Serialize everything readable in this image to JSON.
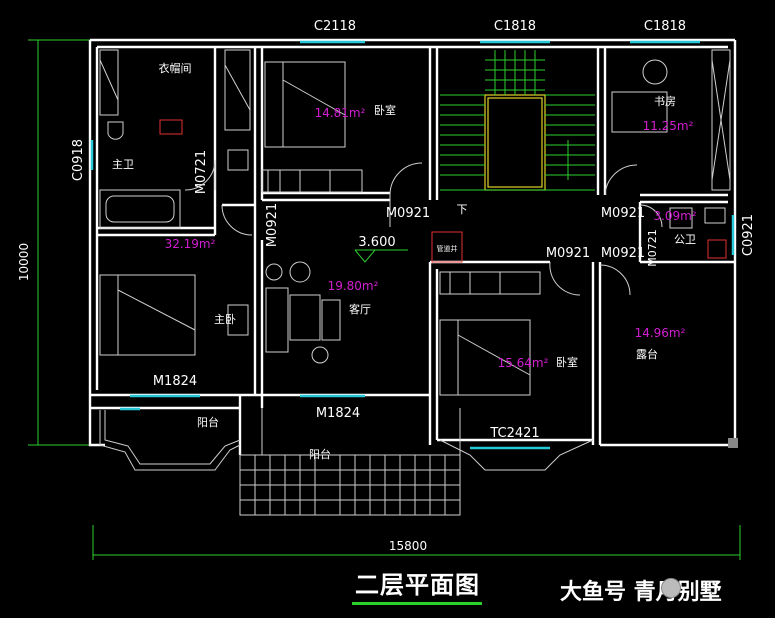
{
  "drawing": {
    "title": "二层平面图",
    "watermark": "大鱼号 青月别墅",
    "dimensions": {
      "width_total": "15800",
      "height_total": "10000"
    },
    "windows": {
      "w1": "C2118",
      "w2": "C1818",
      "w3": "C1818",
      "w4": "C0918",
      "w5": "C0921",
      "w6": "TC2421"
    },
    "doors": {
      "d1": "M0721",
      "d2": "M0921",
      "d3": "M0921",
      "d4": "M0921",
      "d5": "M0921",
      "d6": "M0921",
      "d7": "M0721",
      "d8": "M1824",
      "d9": "M1824"
    },
    "elevation": "3.600",
    "stair_label": "下",
    "shaft_label": "管道井",
    "rooms": {
      "closet": {
        "name": "衣帽间"
      },
      "master_bath": {
        "name": "主卫"
      },
      "bedroom_n": {
        "name": "卧室",
        "area": "14.81m²"
      },
      "study": {
        "name": "书房",
        "area": "11.25m²"
      },
      "public_bath": {
        "name": "公卫",
        "area": "3.09m²"
      },
      "master_bed": {
        "name": "主卧",
        "area": "32.19m²"
      },
      "living": {
        "name": "客厅",
        "area": "19.80m²"
      },
      "bedroom_s": {
        "name": "卧室",
        "area": "15.64m²"
      },
      "terrace": {
        "name": "露台",
        "area": "14.96m²"
      },
      "balcony1": {
        "name": "阳台"
      },
      "balcony2": {
        "name": "阳台"
      }
    }
  }
}
